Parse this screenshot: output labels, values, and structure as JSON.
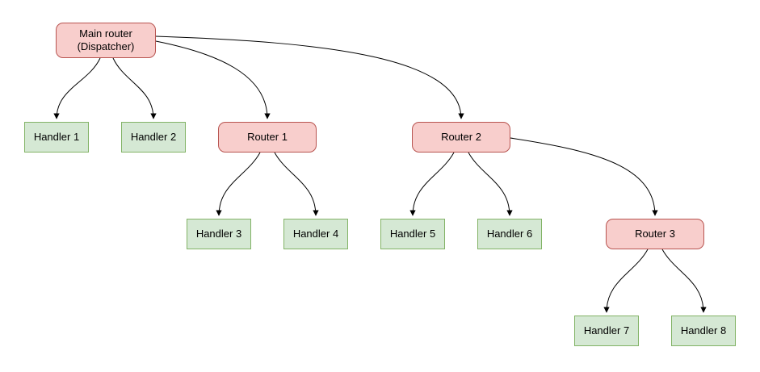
{
  "diagram": {
    "type": "tree",
    "colors": {
      "router_fill": "#f8cecc",
      "router_border": "#b85450",
      "handler_fill": "#d5e8d4",
      "handler_border": "#82b366",
      "edge": "#000000",
      "background": "#ffffff",
      "text": "#000000"
    },
    "nodes": {
      "main_router": {
        "label": "Main router\n(Dispatcher)",
        "type": "router"
      },
      "handler1": {
        "label": "Handler 1",
        "type": "handler"
      },
      "handler2": {
        "label": "Handler 2",
        "type": "handler"
      },
      "router1": {
        "label": "Router 1",
        "type": "router"
      },
      "router2": {
        "label": "Router 2",
        "type": "router"
      },
      "handler3": {
        "label": "Handler 3",
        "type": "handler"
      },
      "handler4": {
        "label": "Handler 4",
        "type": "handler"
      },
      "handler5": {
        "label": "Handler 5",
        "type": "handler"
      },
      "handler6": {
        "label": "Handler 6",
        "type": "handler"
      },
      "router3": {
        "label": "Router 3",
        "type": "router"
      },
      "handler7": {
        "label": "Handler 7",
        "type": "handler"
      },
      "handler8": {
        "label": "Handler 8",
        "type": "handler"
      }
    },
    "edges": [
      {
        "from": "main_router",
        "to": "handler1"
      },
      {
        "from": "main_router",
        "to": "handler2"
      },
      {
        "from": "main_router",
        "to": "router1"
      },
      {
        "from": "main_router",
        "to": "router2"
      },
      {
        "from": "router1",
        "to": "handler3"
      },
      {
        "from": "router1",
        "to": "handler4"
      },
      {
        "from": "router2",
        "to": "handler5"
      },
      {
        "from": "router2",
        "to": "handler6"
      },
      {
        "from": "router2",
        "to": "router3"
      },
      {
        "from": "router3",
        "to": "handler7"
      },
      {
        "from": "router3",
        "to": "handler8"
      }
    ]
  }
}
